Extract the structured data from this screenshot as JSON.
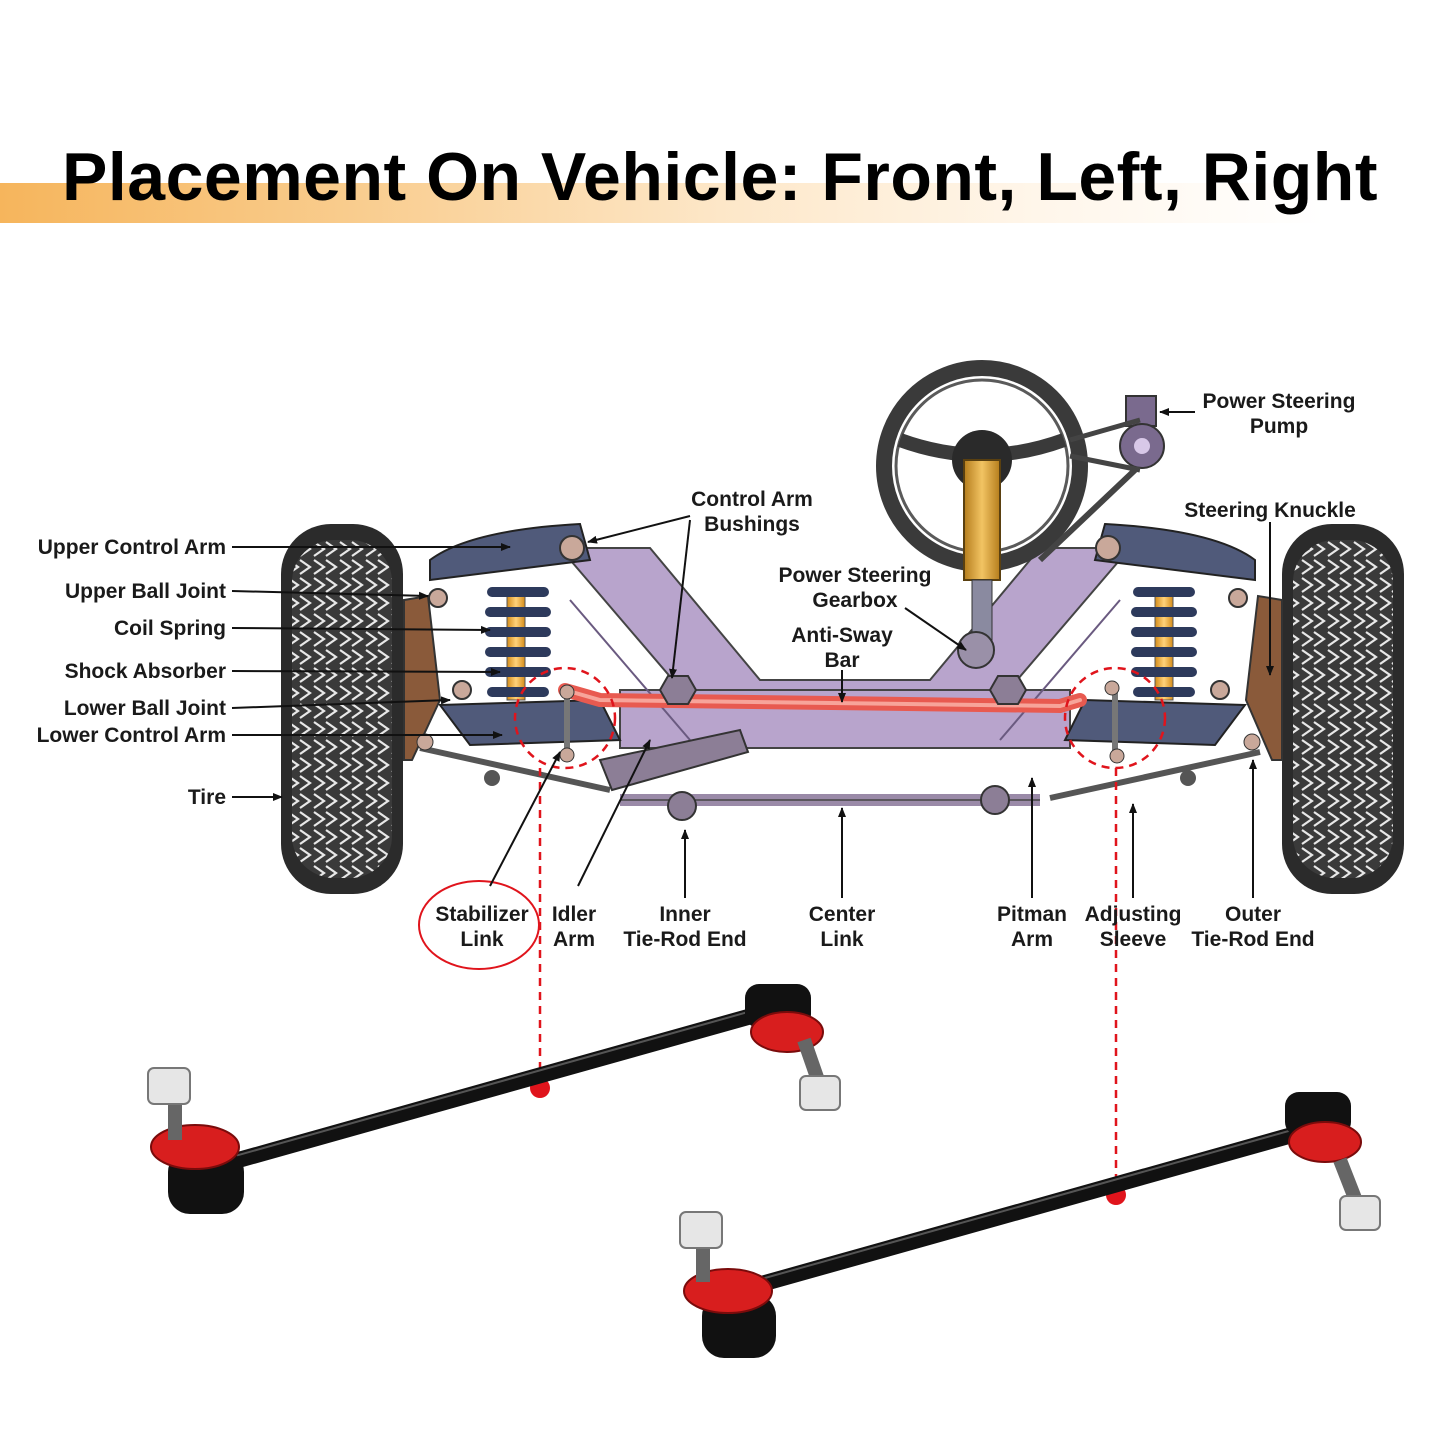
{
  "title": "Placement On Vehicle: Front, Left, Right",
  "labels": {
    "upper_control_arm": "Upper Control Arm",
    "upper_ball_joint": "Upper Ball Joint",
    "coil_spring": "Coil Spring",
    "shock_absorber": "Shock Absorber",
    "lower_ball_joint": "Lower Ball Joint",
    "lower_control_arm": "Lower Control Arm",
    "tire": "Tire",
    "control_arm_bushings_1": "Control Arm",
    "control_arm_bushings_2": "Bushings",
    "ps_gearbox_1": "Power Steering",
    "ps_gearbox_2": "Gearbox",
    "anti_sway_1": "Anti-Sway",
    "anti_sway_2": "Bar",
    "ps_pump_1": "Power Steering",
    "ps_pump_2": "Pump",
    "steering_knuckle": "Steering Knuckle",
    "stabilizer_1": "Stabilizer",
    "stabilizer_2": "Link",
    "idler_1": "Idler",
    "idler_2": "Arm",
    "inner_tie_1": "Inner",
    "inner_tie_2": "Tie-Rod End",
    "center_1": "Center",
    "center_2": "Link",
    "pitman_1": "Pitman",
    "pitman_2": "Arm",
    "adjusting_1": "Adjusting",
    "adjusting_2": "Sleeve",
    "outer_tie_1": "Outer",
    "outer_tie_2": "Tie-Rod End"
  },
  "colors": {
    "accent_red": "#e0141c",
    "banner_orange": "#f6b55c",
    "frame_purple": "#b8a4cc",
    "arm_navy": "#505a7a"
  }
}
